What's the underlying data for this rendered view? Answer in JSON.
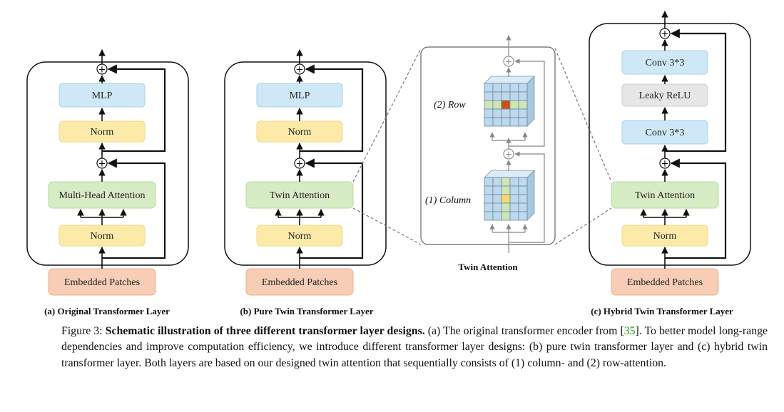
{
  "panels": {
    "a": {
      "mlp": "MLP",
      "norm_top": "Norm",
      "attention": "Multi-Head Attention",
      "norm_bottom": "Norm",
      "input": "Embedded Patches",
      "caption": "(a) Original Transformer Layer"
    },
    "b": {
      "mlp": "MLP",
      "norm_top": "Norm",
      "attention": "Twin Attention",
      "norm_bottom": "Norm",
      "input": "Embedded Patches",
      "caption": "(b) Pure Twin Transformer Layer"
    },
    "c": {
      "conv_top": "Conv 3*3",
      "relu": "Leaky ReLU",
      "conv_bottom": "Conv 3*3",
      "attention": "Twin Attention",
      "norm": "Norm",
      "input": "Embedded Patches",
      "caption": "(c) Hybrid Twin Transformer Layer"
    },
    "detail": {
      "row_label": "(2) Row",
      "column_label": "(1) Column",
      "title": "Twin Attention"
    }
  },
  "plus_symbol": "+",
  "caption": {
    "prefix": "Figure 3: ",
    "bold": "Schematic illustration of three different transformer layer designs.",
    "text1": " (a) The original transformer encoder from ",
    "open_bracket": "[",
    "citation": "35",
    "close_bracket": "]",
    "text2": ". To better model long-range dependencies and improve computation efficiency, we introduce different transformer layer designs: (b) pure twin transformer layer and (c) hybrid twin transformer layer. Both layers are based on our designed twin attention that sequentially consists of (1) column- and (2) row-attention."
  },
  "colors": {
    "mlp": "#cfe8f7",
    "norm": "#fdeaa8",
    "attention": "#d6ecc5",
    "input": "#f7cdb5",
    "relu": "#e6e6e6",
    "grid": "#bcd9ee",
    "grid_green": "#cfe5b5",
    "grid_orange": "#c95314",
    "grid_yellow": "#f8d86a"
  }
}
